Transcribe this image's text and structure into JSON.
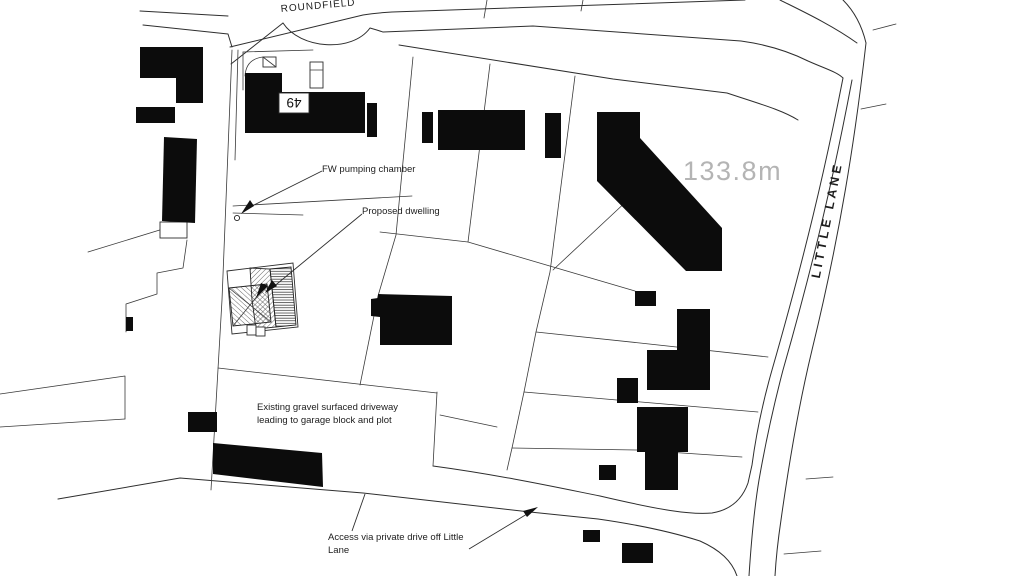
{
  "labels": {
    "street_top": "ROUNDFIELD",
    "street_right": "LITTLE LANE",
    "spot_height": "133.8m",
    "house_number": "49",
    "fw_chamber": "FW pumping chamber",
    "proposed_dwelling": "Proposed dwelling",
    "driveway_line1": "Existing gravel surfaced driveway",
    "driveway_line2": "leading to garage block and plot",
    "access_line1": "Access via private drive off Little",
    "access_line2": "Lane"
  },
  "colors": {
    "background": "#ffffff",
    "linework": "#2e2e2e",
    "building_fill": "#0c0c0c",
    "spot_height_text": "#b4b4b4",
    "label_text": "#1d1d1d"
  }
}
